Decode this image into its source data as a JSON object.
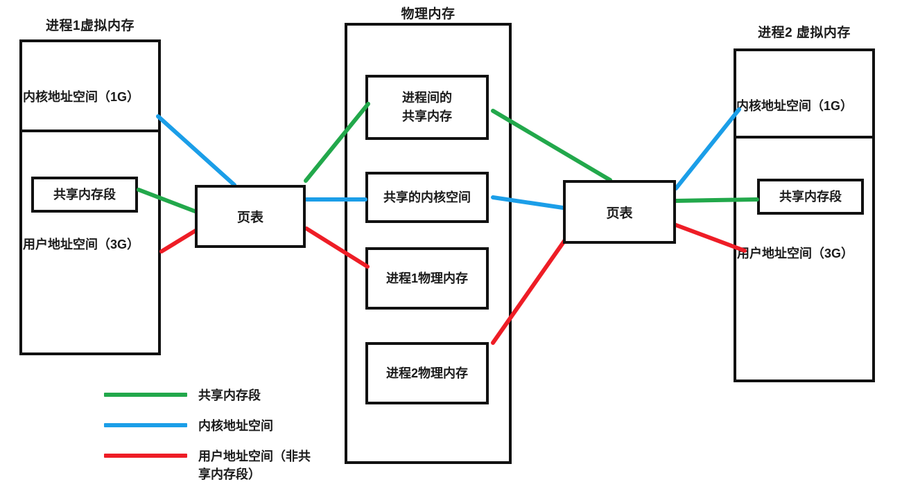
{
  "diagram": {
    "title_process1": "进程1虚拟内存",
    "title_physical": "物理内存",
    "title_process2": "进程2 虚拟内存",
    "process1": {
      "kernel_label": "内核地址空间（1G）",
      "shared_seg_label": "共享内存段",
      "user_label": "用户地址空间（3G）"
    },
    "process2": {
      "kernel_label": "内核地址空间（1G）",
      "shared_seg_label": "共享内存段",
      "user_label": "用户地址空间（3G）"
    },
    "physical": {
      "box1_line1": "进程间的",
      "box1_line2": "共享内存",
      "box2": "共享的内核空间",
      "box3": "进程1物理内存",
      "box4": "进程2物理内存"
    },
    "page_table_left": "页表",
    "page_table_right": "页表"
  },
  "legend": {
    "items": [
      {
        "color": "#22a84b",
        "label": "共享内存段"
      },
      {
        "color": "#1b9ee8",
        "label": "内核地址空间"
      },
      {
        "color": "#ee1d26",
        "label": "用户地址空间（非共享内存段）"
      }
    ]
  },
  "colors": {
    "green": "#22a84b",
    "blue": "#1b9ee8",
    "red": "#ee1d26",
    "stroke": "#111111",
    "text": "#1b1b1b",
    "background": "#ffffff"
  }
}
